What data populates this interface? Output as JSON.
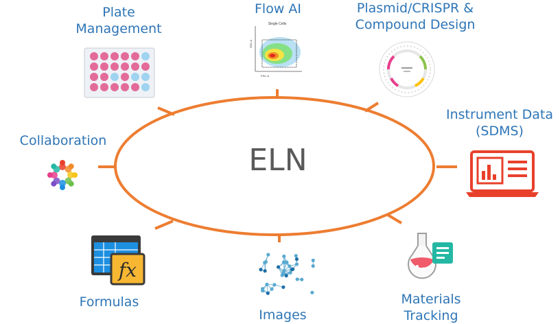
{
  "center": {
    "label": "ELN"
  },
  "colors": {
    "ring": "#ed7d31",
    "text": "#2e75b6",
    "center_text": "#595959"
  },
  "nodes": {
    "plate": {
      "label_line1": "Plate",
      "label_line2": "Management",
      "icon": "well-plate-icon"
    },
    "flow": {
      "label_line1": "Flow AI",
      "icon": "flow-cytometry-plot-icon",
      "plot_title": "Single Cells",
      "x_axis_label": "FSC-A",
      "y_axis_label": "SSC-A"
    },
    "plasmid": {
      "label_line1": "Plasmid/CRISPR &",
      "label_line2": "Compound Design",
      "icon": "plasmid-map-icon"
    },
    "instrument": {
      "label_line1": "Instrument Data",
      "label_line2": "(SDMS)",
      "icon": "laptop-chart-icon"
    },
    "collab": {
      "label_line1": "Collaboration",
      "icon": "people-circle-icon"
    },
    "formulas": {
      "label_line1": "Formulas",
      "icon": "spreadsheet-formula-icon",
      "formula_symbol": "fx"
    },
    "images": {
      "label_line1": "Images",
      "icon": "molecule-network-icon"
    },
    "materials": {
      "label_line1": "Materials",
      "label_line2": "Tracking",
      "icon": "flask-document-icon"
    }
  }
}
